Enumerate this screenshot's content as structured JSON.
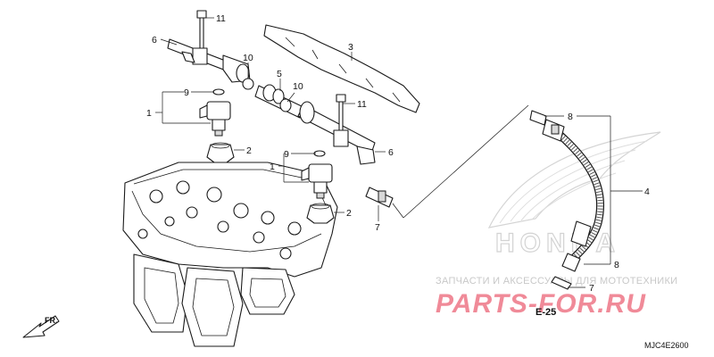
{
  "callouts": {
    "c1_upper": "1",
    "c1_lower": "1",
    "c2_upper": "2",
    "c2_lower": "2",
    "c3": "3",
    "c4": "4",
    "c5": "5",
    "c6_left": "6",
    "c6_right": "6",
    "c7_center": "7",
    "c7_bottom": "7",
    "c8_top": "8",
    "c8_bottom": "8",
    "c9_upper": "9",
    "c9_lower": "9",
    "c10_left": "10",
    "c10_center": "10",
    "c11_left": "11",
    "c11_right": "11"
  },
  "reference": "E-25",
  "direction_label": "FR.",
  "diagram_code": "MJC4E2600",
  "brand_logo_text": "HONDA",
  "watermark": {
    "line1": "ЗАПЧАСТИ И АКСЕССУАРЫ ДЛЯ МОТОТЕХНИКИ",
    "main": "PARTS-FOR.RU"
  },
  "colors": {
    "ink": "#1a1a1a",
    "watermark_pink": "#f08a98",
    "watermark_grey": "#c8c8c8",
    "logo_grey": "#cfcfcf"
  }
}
